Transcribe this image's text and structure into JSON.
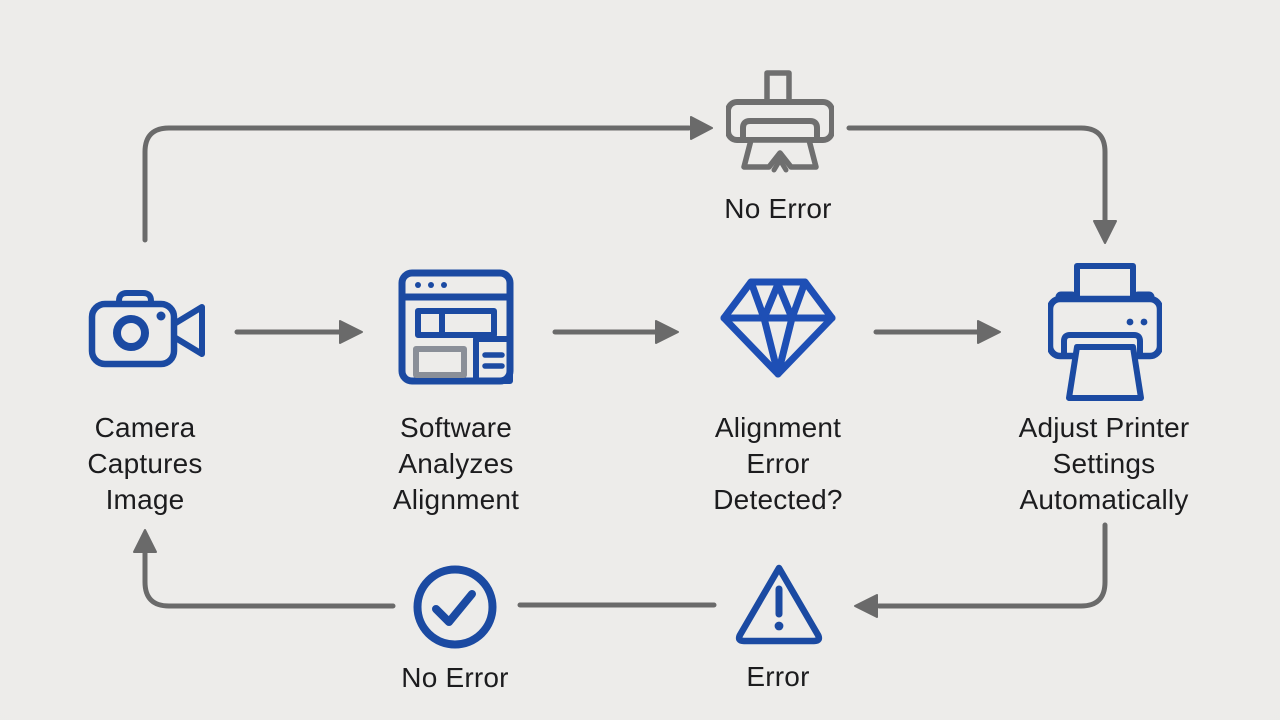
{
  "palette": {
    "bg": "#edecea",
    "bg-mid": "#e7e6e4",
    "bg-edge": "#dcdbd9",
    "line": "#6a6a6a",
    "blue": "#1b4aa2",
    "blue-bright": "#1e4fb5",
    "gray-icon": "#6f6f6f",
    "gray-soft": "#8a8f98",
    "text": "#1c1c1e"
  },
  "diagram": {
    "type": "flowchart",
    "nodes": {
      "camera": {
        "label": "Camera\nCaptures\nImage",
        "icon": "video-camera-icon"
      },
      "software": {
        "label": "Software\nAnalyzes\nAlignment",
        "icon": "browser-window-icon"
      },
      "decision": {
        "label": "Alignment\nError\nDetected?",
        "icon": "diamond-icon"
      },
      "adjust": {
        "label": "Adjust Printer\nSettings\nAutomatically",
        "icon": "printer-icon"
      },
      "no_error_top": {
        "label": "No Error",
        "icon": "printer-icon"
      },
      "no_error_bottom": {
        "label": "No Error",
        "icon": "check-circle-icon"
      },
      "error": {
        "label": "Error",
        "icon": "warning-triangle-icon"
      }
    },
    "edges": [
      "camera -> software",
      "software -> decision",
      "decision -> adjust",
      "camera -> no_error_top (bypass, top)",
      "no_error_top -> adjust",
      "adjust -> error (bottom)",
      "error -> no_error_bottom",
      "no_error_bottom -> camera (loop back)"
    ]
  }
}
